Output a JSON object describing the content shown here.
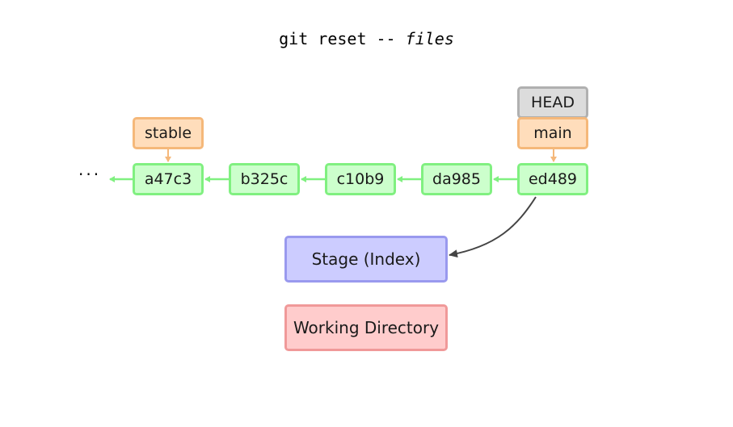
{
  "title": {
    "command": "git reset --",
    "argument": "files"
  },
  "history": {
    "ellipsis": "···",
    "commits": [
      "a47c3",
      "b325c",
      "c10b9",
      "da985",
      "ed489"
    ]
  },
  "refs": {
    "stable": "stable",
    "main": "main",
    "head": "HEAD"
  },
  "areas": {
    "stage": "Stage (Index)",
    "working_directory": "Working Directory"
  },
  "colors": {
    "commit_fill": "#ccffcc",
    "commit_border": "#80f080",
    "ref_fill": "#ffddbb",
    "ref_border": "#f5b87a",
    "head_fill": "#dcdcdc",
    "head_border": "#b0b0b0",
    "stage_fill": "#ccccff",
    "stage_border": "#9999ee",
    "workdir_fill": "#ffcccc",
    "workdir_border": "#f09999",
    "reset_arrow": "#444444"
  }
}
